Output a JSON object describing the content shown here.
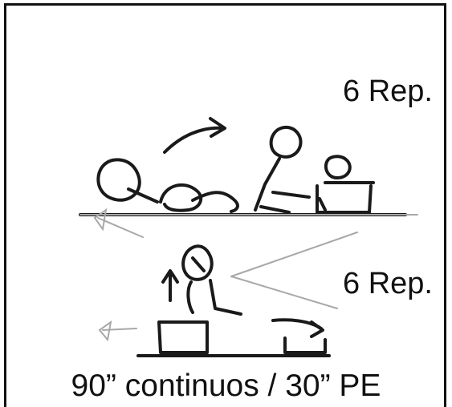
{
  "labels": {
    "upper_reps": "6 Rep.",
    "lower_reps": "6 Rep.",
    "footer": "90” continuos / 30” PE"
  },
  "colors": {
    "ink": "#1a1a1a",
    "guide_lines": "#a8a8a8",
    "background": "#ffffff"
  }
}
